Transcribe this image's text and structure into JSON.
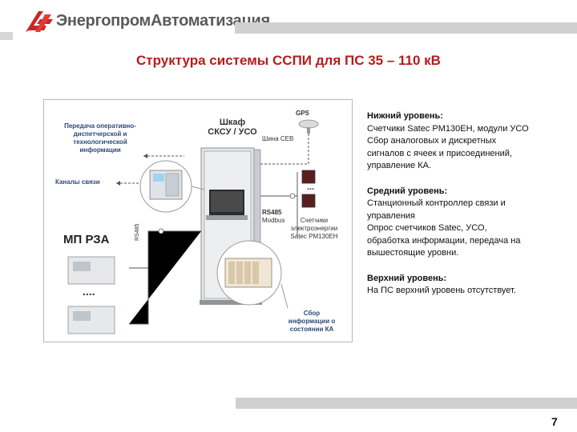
{
  "header": {
    "brand": "ЭнергопромАвтоматизация",
    "title": "Структура системы ССПИ для ПС 35 – 110 кВ"
  },
  "diagram": {
    "cabinet_label": "Шкаф\nСКСУ / УСО",
    "gps_label": "GPS",
    "sev_bus_label": "Шина СЕВ",
    "modbus_label": "Modbus",
    "rs485_label": "RS485",
    "rs485_vertical_label": "RS485",
    "transfer_label": "Передача оперативно-\nдиспетчерской и\nтехнологической\nинформации",
    "channels_label": "Каналы связи",
    "mp_rza_label": "МП РЗА",
    "dots_label": "....",
    "meters_label": "Счетчики\nэлектроэнергии\nSatec PM130EH",
    "collection_label": "Сбор\nинформации о\nсостоянии КА",
    "meters_dots_label": "..."
  },
  "levels": [
    {
      "heading": "Нижний уровень:",
      "lines": [
        "Счетчики Satec PM130EH, модули УСО",
        "Сбор аналоговых и дискретных",
        "сигналов с ячеек и присоединений,",
        "управление КА."
      ]
    },
    {
      "heading": "Средний уровень:",
      "lines": [
        "Станционный контроллер связи и",
        "управления",
        "Опрос счетчиков Satec, УСО,",
        "обработка информации, передача на",
        "вышестоящие уровни."
      ]
    },
    {
      "heading": "Верхний уровень:",
      "lines": [
        "На ПС верхний уровень отсутствует."
      ]
    }
  ],
  "footer": {
    "page_number": "7"
  },
  "colors": {
    "accent_red": "#b71c1c",
    "label_blue": "#2d4a7a",
    "bar_gray": "#d0d0d0"
  }
}
